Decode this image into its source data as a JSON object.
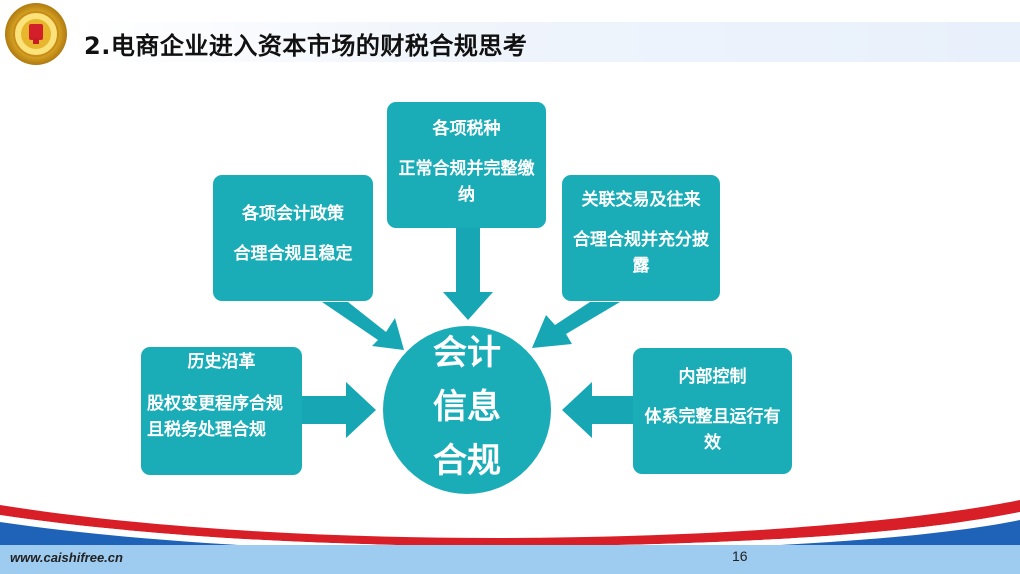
{
  "slide": {
    "title": "2.电商企业进入资本市场的财税合规思考",
    "footer_url": "www.caishifree.cn",
    "page_number": "16"
  },
  "center": {
    "lines": [
      "会计",
      "信息",
      "合规"
    ]
  },
  "boxes": {
    "history": {
      "heading": "历史沿革",
      "body": "股权变更程序合规且税务处理合规"
    },
    "policy": {
      "heading": "各项会计政策",
      "body": "合理合规且稳定"
    },
    "tax": {
      "heading": "各项税种",
      "body": "正常合规并完整缴纳"
    },
    "related": {
      "heading": "关联交易及往来",
      "body": "合理合规并充分披露"
    },
    "control": {
      "heading": "内部控制",
      "body": "体系完整且运行有效"
    }
  },
  "colors": {
    "box_fill": "#1aadb8",
    "arrow_fill": "#17a7b4",
    "wave_red": "#d81e26",
    "wave_blue": "#1f63b8"
  }
}
